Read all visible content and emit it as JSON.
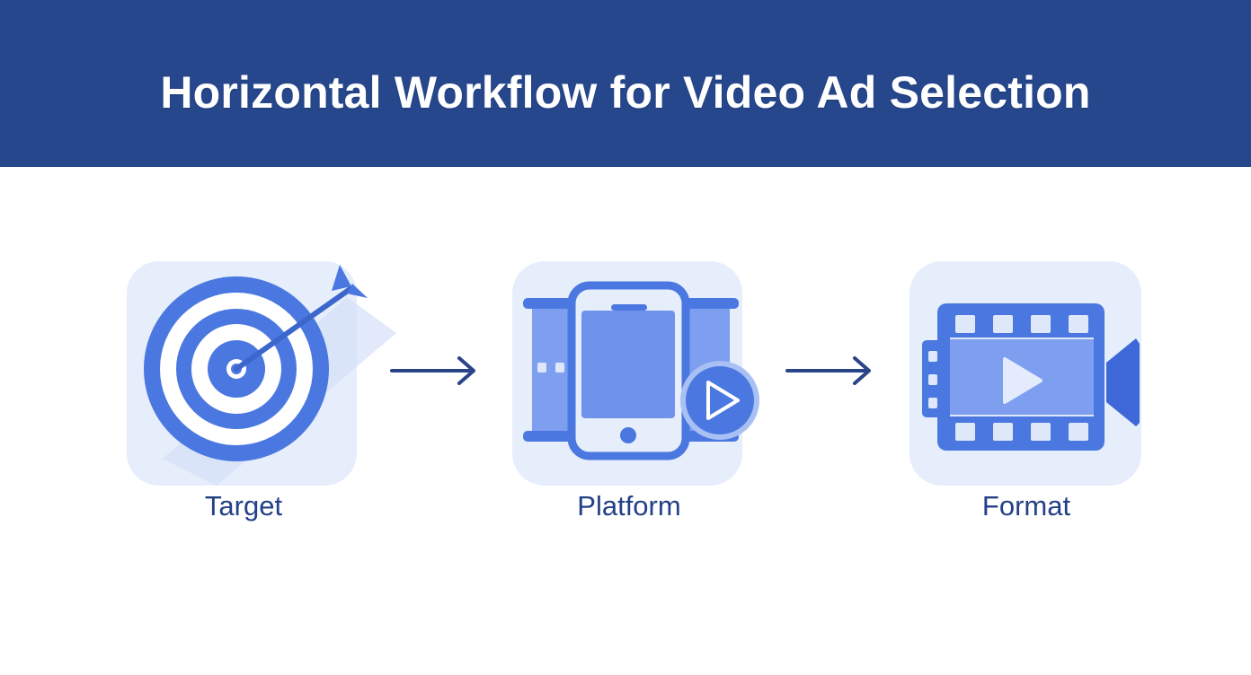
{
  "header": {
    "title": "Horizontal Workflow for Video Ad Selection",
    "background_color": "#26478c"
  },
  "workflow": {
    "steps": [
      {
        "label": "Target",
        "icon": "target-dartboard-icon"
      },
      {
        "label": "Platform",
        "icon": "mobile-platform-play-icon"
      },
      {
        "label": "Format",
        "icon": "video-camera-film-icon"
      }
    ],
    "connectors": [
      {
        "from": "Target",
        "to": "Platform",
        "icon": "arrow-right-icon"
      },
      {
        "from": "Platform",
        "to": "Format",
        "icon": "arrow-right-icon"
      }
    ]
  },
  "colors": {
    "accent": "#4a78e0",
    "tile_background": "#e6edfb",
    "label_text": "#234087",
    "arrow": "#2a4488"
  }
}
